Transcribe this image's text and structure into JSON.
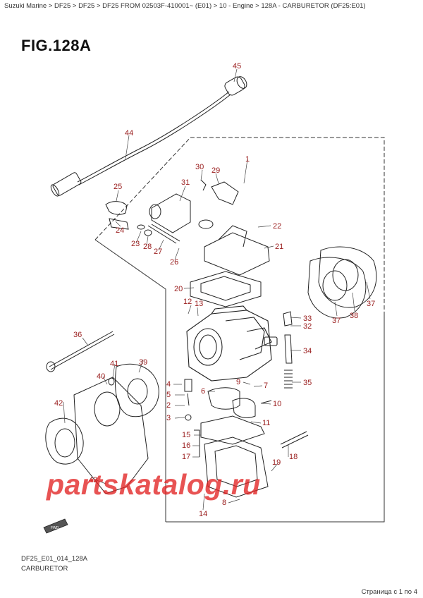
{
  "breadcrumb": "Suzuki Marine > DF25 > DF25 > DF25 FROM 02503F-410001~ (E01) > 10 - Engine > 128A - CARBURETOR (DF25:E01)",
  "figure_title": "FIG.128A",
  "footer": {
    "code": "DF25_E01_014_128A",
    "name": "CARBURETOR"
  },
  "pager": "Страница с 1 по 4",
  "watermark": "partskatalog.ru",
  "fwd_label": "FWD",
  "callouts": {
    "c1": "1",
    "c2": "2",
    "c3": "3",
    "c4": "4",
    "c5": "5",
    "c6": "6",
    "c7": "7",
    "c8": "8",
    "c9": "9",
    "c10": "10",
    "c11": "11",
    "c12": "12",
    "c13": "13",
    "c14": "14",
    "c15": "15",
    "c16": "16",
    "c17": "17",
    "c18": "18",
    "c19": "19",
    "c20": "20",
    "c21": "21",
    "c22": "22",
    "c23": "23",
    "c24": "24",
    "c25": "25",
    "c26": "26",
    "c27": "27",
    "c28": "28",
    "c29": "29",
    "c30": "30",
    "c31": "31",
    "c32": "32",
    "c33": "33",
    "c34": "34",
    "c35": "35",
    "c36": "36",
    "c37a": "37",
    "c37b": "37",
    "c38": "38",
    "c39": "39",
    "c40": "40",
    "c41": "41",
    "c42": "42",
    "c43": "43",
    "c44": "44",
    "c45": "45"
  }
}
